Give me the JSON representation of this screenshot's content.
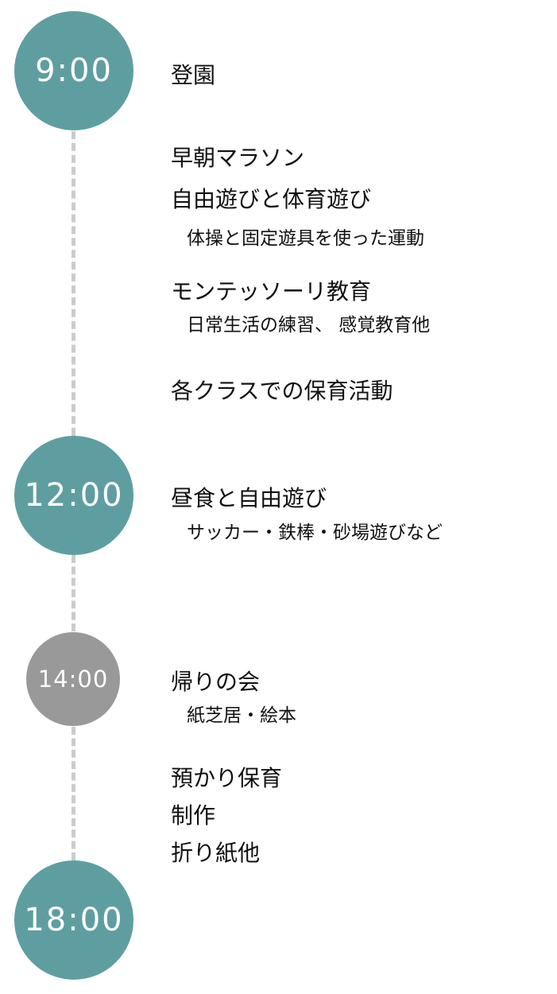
{
  "colors": {
    "teal": "#5f9ea0",
    "gray": "#999999",
    "dash": "#cccccc"
  },
  "times": [
    "9:00",
    "12:00",
    "14:00",
    "18:00"
  ],
  "blocks": {
    "arrival": "登園",
    "marathon": "早朝マラソン",
    "free_play": {
      "title": "自由遊びと体育遊び",
      "detail": "体操と固定遊具を使った運動"
    },
    "montessori": {
      "title": "モンテッソーリ教育",
      "detail": "日常生活の練習、 感覚教育他"
    },
    "class_activities": "各クラスでの保育活動",
    "lunch": {
      "title": "昼食と自由遊び",
      "detail": "サッカー・鉄棒・砂場遊びなど"
    },
    "closing": {
      "title": "帰りの会",
      "detail": "紙芝居・絵本"
    },
    "extended": [
      "預かり保育",
      "制作",
      "折り紙他"
    ]
  }
}
